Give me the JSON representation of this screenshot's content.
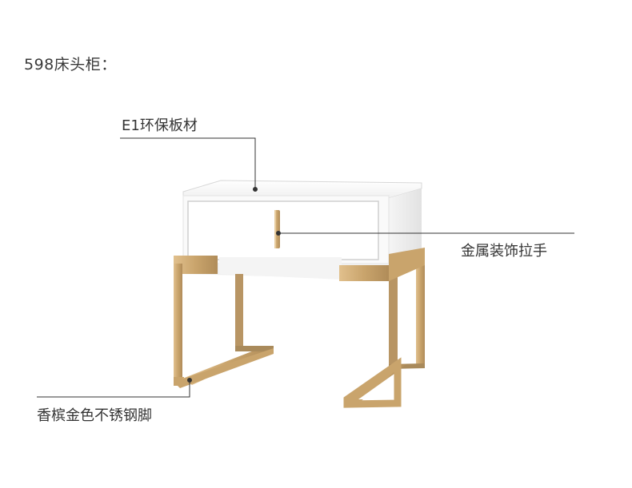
{
  "title": "598床头柜：",
  "callouts": {
    "board": "E1环保板材",
    "handle": "金属装饰拉手",
    "legs": "香槟金色不锈钢脚"
  },
  "colors": {
    "gold": "#c9a46c",
    "gold_dark": "#a98a5b",
    "white_body": "#f8f8f8",
    "leader_line": "#333333"
  }
}
